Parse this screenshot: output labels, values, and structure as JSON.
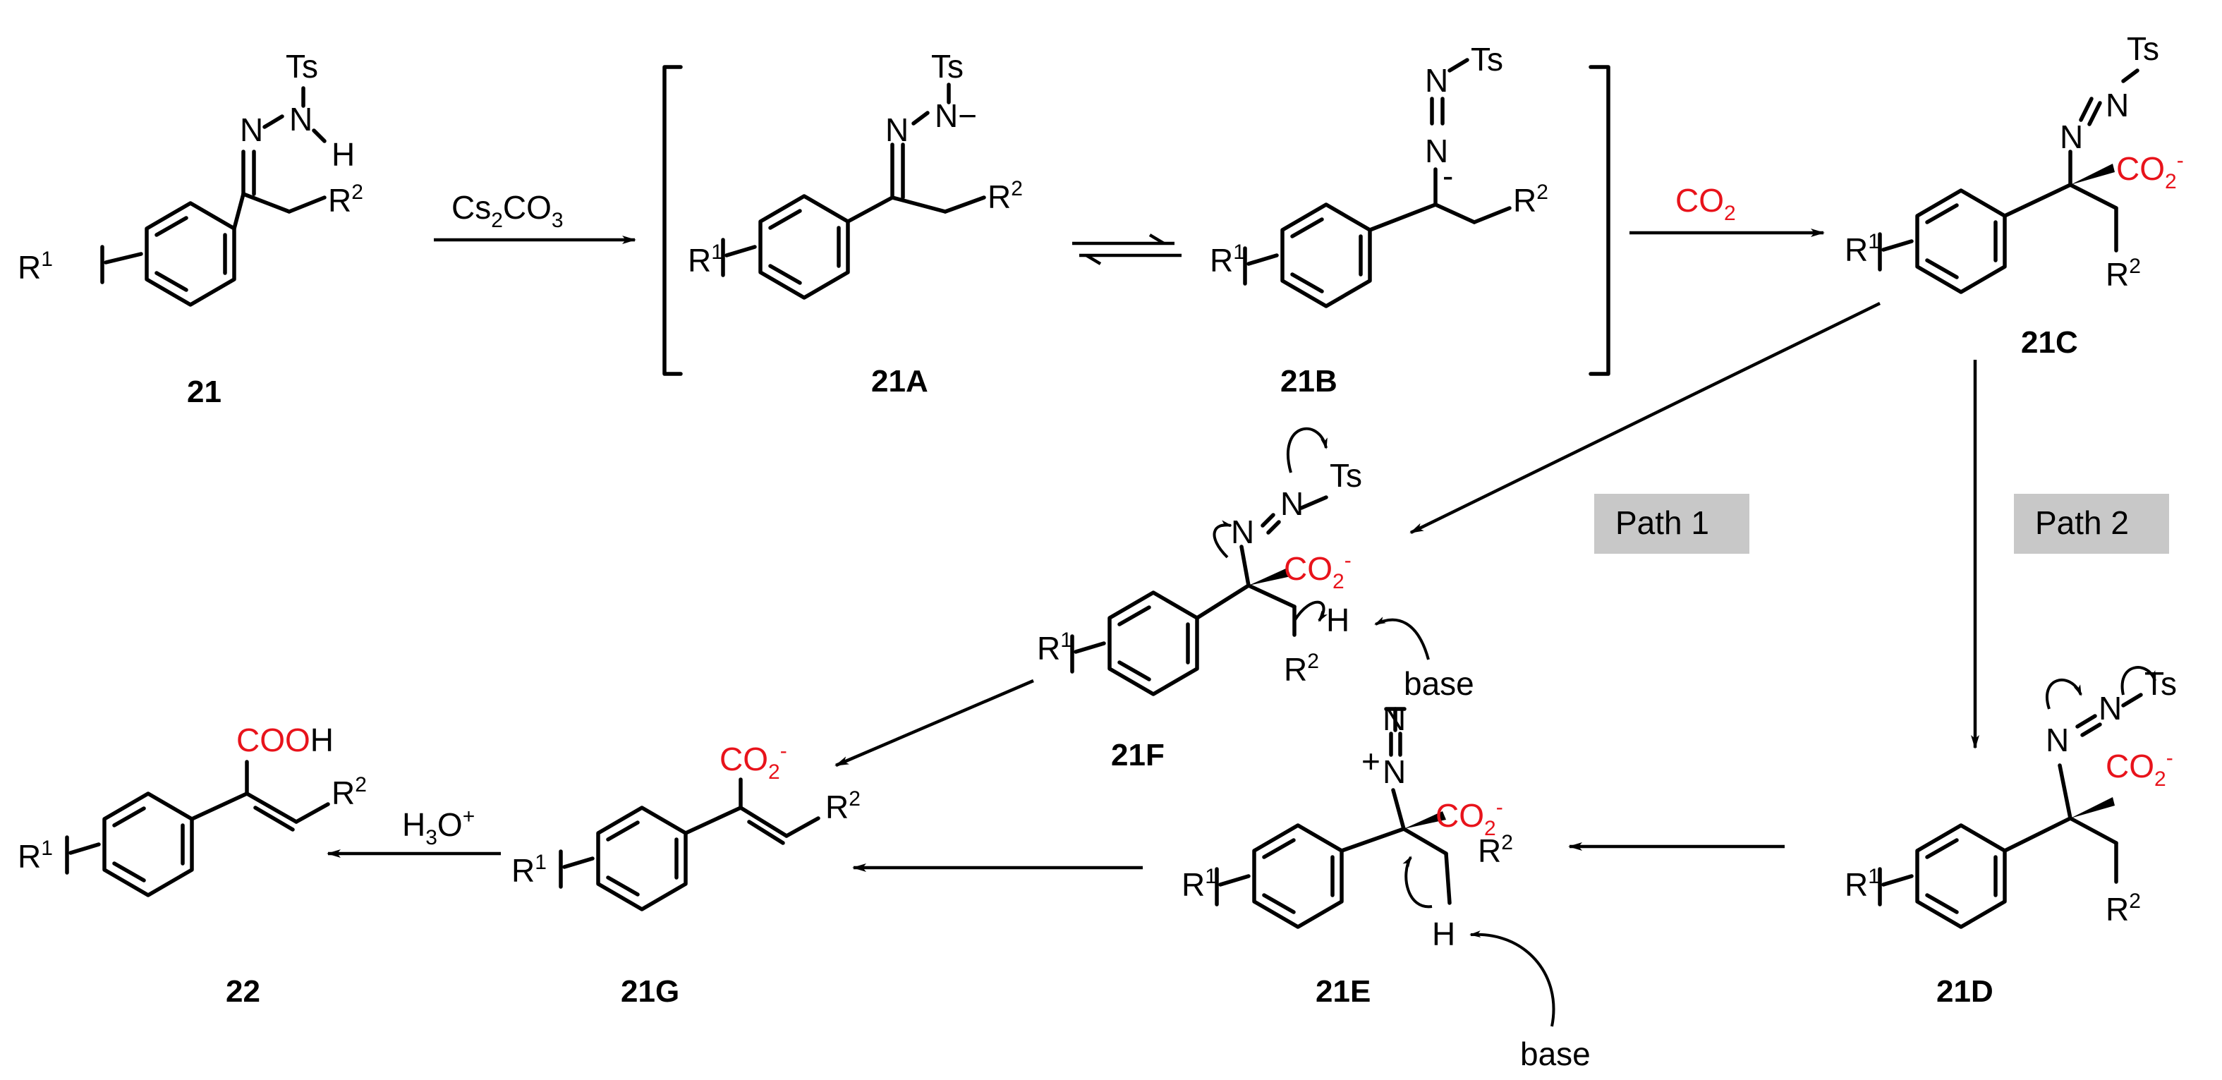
{
  "compounds": {
    "c21": "21",
    "c21A": "21A",
    "c21B": "21B",
    "c21C": "21C",
    "c21D": "21D",
    "c21E": "21E",
    "c21F": "21F",
    "c21G": "21G",
    "c22": "22"
  },
  "reagents": {
    "cs2co3_main": "Cs",
    "cs2co3_sub1": "2",
    "cs2co3_mid": "CO",
    "cs2co3_sub2": "3",
    "co2_main": "CO",
    "co2_sub": "2",
    "h3o_h": "H",
    "h3o_sub": "3",
    "h3o_o": "O",
    "h3o_sup": "+",
    "base": "base"
  },
  "paths": {
    "path1": "Path 1",
    "path2": "Path 2"
  },
  "atoms": {
    "ts": "Ts",
    "n": "N",
    "h": "H",
    "r": "R",
    "one": "1",
    "two": "2",
    "co": "CO",
    "minus": "-",
    "nminus": "N−",
    "cooh_red": "COO",
    "cooh_h": "H",
    "plus": "+"
  },
  "colors": {
    "carboxylate": "#e8131b",
    "path_box": "#c8c8c8"
  }
}
